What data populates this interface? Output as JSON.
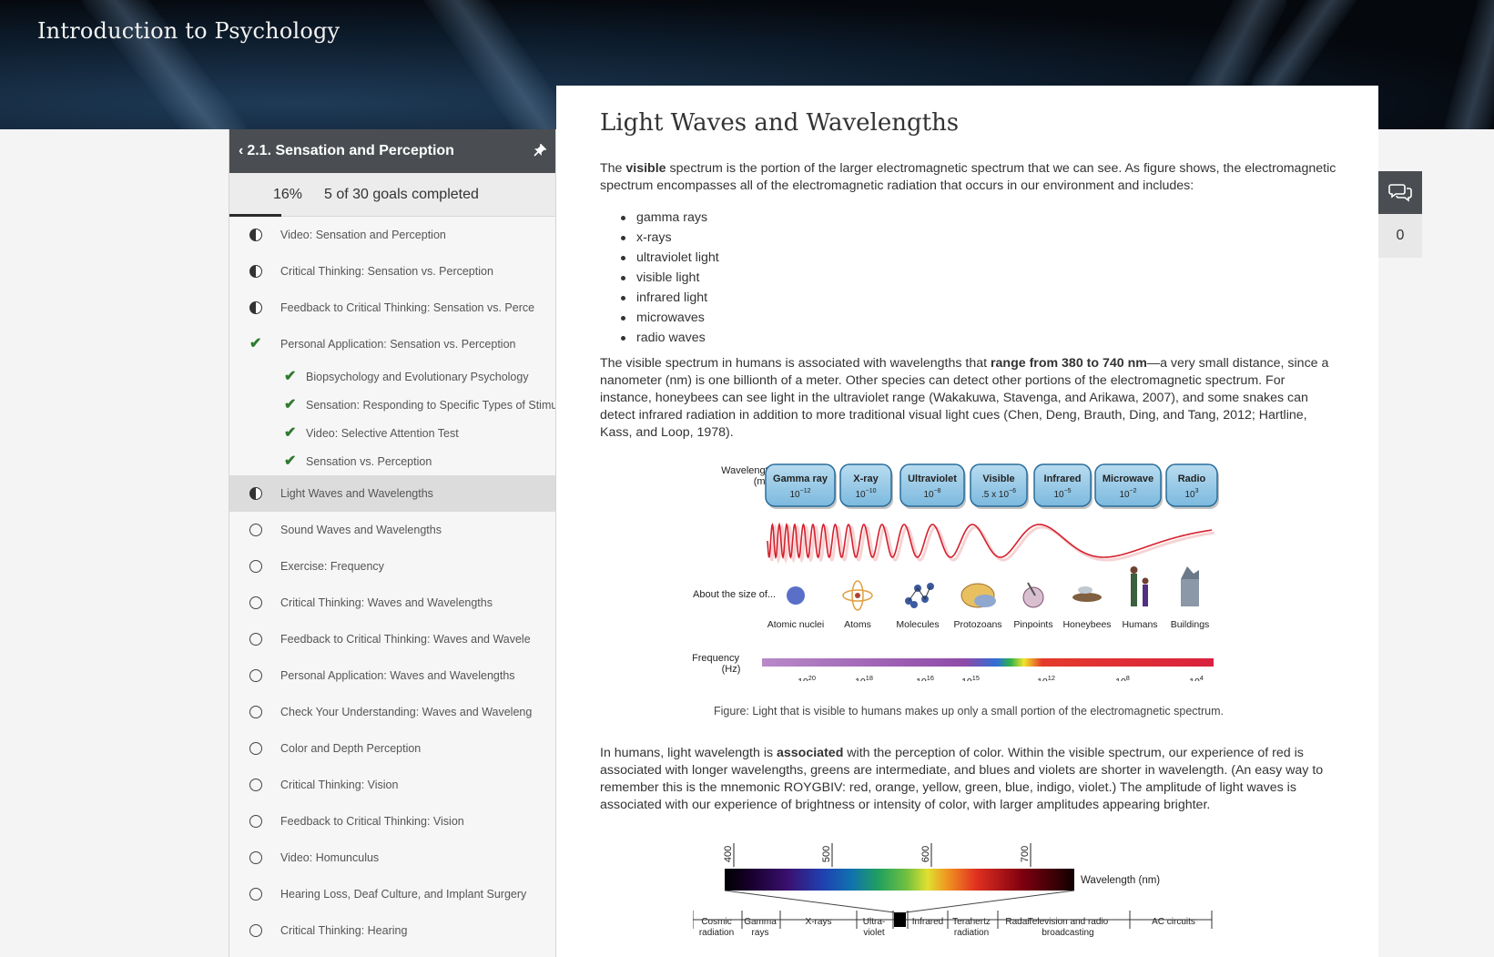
{
  "course": {
    "title": "Introduction to Psychology"
  },
  "sidebar": {
    "section_title": "2.1. Sensation and Perception",
    "progress_percent": "16%",
    "progress_value": 0.16,
    "goals_text": "5 of 30 goals completed",
    "items": [
      {
        "label": "Video: Sensation and Perception",
        "status": "partial"
      },
      {
        "label": "Critical Thinking: Sensation vs. Perception",
        "status": "partial"
      },
      {
        "label": "Feedback to Critical Thinking: Sensation vs. Perce",
        "status": "partial"
      },
      {
        "label": "Personal Application: Sensation vs. Perception",
        "status": "complete"
      },
      {
        "label": "Biopsychology and Evolutionary Psychology",
        "status": "complete",
        "sub": true
      },
      {
        "label": "Sensation: Responding to Specific Types of Stimuli",
        "status": "complete",
        "sub": true
      },
      {
        "label": "Video: Selective Attention Test",
        "status": "complete",
        "sub": true
      },
      {
        "label": "Sensation vs. Perception",
        "status": "complete",
        "sub": true
      },
      {
        "label": "Light Waves and Wavelengths",
        "status": "partial",
        "active": true
      },
      {
        "label": "Sound Waves and Wavelengths",
        "status": "empty"
      },
      {
        "label": "Exercise: Frequency",
        "status": "empty"
      },
      {
        "label": "Critical Thinking: Waves and Wavelengths",
        "status": "empty"
      },
      {
        "label": "Feedback to Critical Thinking: Waves and Wavele",
        "status": "empty"
      },
      {
        "label": "Personal Application: Waves and Wavelengths",
        "status": "empty"
      },
      {
        "label": "Check Your Understanding: Waves and Waveleng",
        "status": "empty"
      },
      {
        "label": "Color and Depth Perception",
        "status": "empty"
      },
      {
        "label": "Critical Thinking: Vision",
        "status": "empty"
      },
      {
        "label": "Feedback to Critical Thinking: Vision",
        "status": "empty"
      },
      {
        "label": "Video: Homunculus",
        "status": "empty"
      },
      {
        "label": "Hearing Loss, Deaf Culture, and Implant Surgery",
        "status": "empty"
      },
      {
        "label": "Critical Thinking: Hearing",
        "status": "empty"
      }
    ]
  },
  "content": {
    "title": "Light Waves and Wavelengths",
    "p1": {
      "a": "The ",
      "b": "visible",
      "c": " spectrum is the portion of the larger electromagnetic spectrum that we can see. As figure shows, the electromagnetic spectrum encompasses all of the electromagnetic radiation that occurs in our environment and includes:"
    },
    "bullets": [
      "gamma rays",
      "x-rays",
      "ultraviolet light",
      "visible light",
      "infrared light",
      "microwaves",
      "radio waves"
    ],
    "p2": {
      "a": "The visible spectrum in humans is associated with wavelengths that ",
      "b": "range from 380 to 740 nm",
      "c": "—a very small distance, since a nanometer (nm) is one billionth of a meter. Other species can detect other portions of the electromagnetic spectrum. For instance, honeybees can see light in the ultraviolet range (Wakakuwa, Stavenga, and Arikawa, 2007), and some snakes can detect infrared radiation in addition to more traditional visual light cues (Chen, Deng, Brauth, Ding, and Tang, 2012; Hartline, Kass, and Loop, 1978)."
    },
    "caption": "Figure: Light that is visible to humans makes up only a small portion of the electromagnetic spectrum.",
    "p3": {
      "a": "In humans, light wavelength is ",
      "b": "associated",
      "c": " with the perception of color. Within the visible spectrum, our experience of red is associated with longer wavelengths, greens are intermediate, and blues and violets are shorter in wavelength. (An easy way to remember this is the mnemonic ROYGBIV: red, orange, yellow, green, blue, indigo, violet.) The amplitude of light waves is associated with our experience of brightness or intensity of color, with larger amplitudes appearing brighter."
    }
  },
  "figure1": {
    "wavelength_label": [
      "Wavelength",
      "(m)"
    ],
    "bands": [
      {
        "name": "Gamma ray",
        "base": "10",
        "exp": "−12"
      },
      {
        "name": "X-ray",
        "base": "10",
        "exp": "−10"
      },
      {
        "name": "Ultraviolet",
        "base": "10",
        "exp": "−8"
      },
      {
        "name": "Visible",
        "base": ".5 x 10",
        "exp": "−6"
      },
      {
        "name": "Infrared",
        "base": "10",
        "exp": "−5"
      },
      {
        "name": "Microwave",
        "base": "10",
        "exp": "−2"
      },
      {
        "name": "Radio",
        "base": "10",
        "exp": "3"
      }
    ],
    "size_label": "About the size of...",
    "sizes": [
      "Atomic nuclei",
      "Atoms",
      "Molecules",
      "Protozoans",
      "Pinpoints",
      "Honeybees",
      "Humans",
      "Buildings"
    ],
    "frequency_label": [
      "Frequency",
      "(Hz)"
    ],
    "frequencies": [
      {
        "base": "10",
        "exp": "20"
      },
      {
        "base": "10",
        "exp": "18"
      },
      {
        "base": "10",
        "exp": "16"
      },
      {
        "base": "10",
        "exp": "15"
      },
      {
        "base": "10",
        "exp": "12"
      },
      {
        "base": "10",
        "exp": "8"
      },
      {
        "base": "10",
        "exp": "4"
      }
    ]
  },
  "figure2": {
    "ticks": [
      "400",
      "500",
      "600",
      "700"
    ],
    "axis_label": "Wavelength (nm)",
    "regions": [
      [
        "Cosmic",
        "radiation"
      ],
      [
        "Gamma",
        "rays"
      ],
      [
        "X-rays"
      ],
      [
        "Ultra-",
        "violet"
      ],
      [
        "Infrared"
      ],
      [
        "Terahertz",
        "radiation"
      ],
      [
        "Radar"
      ],
      [
        "Television and radio",
        "broadcasting"
      ],
      [
        "AC circuits"
      ]
    ]
  },
  "comments": {
    "count": "0"
  }
}
